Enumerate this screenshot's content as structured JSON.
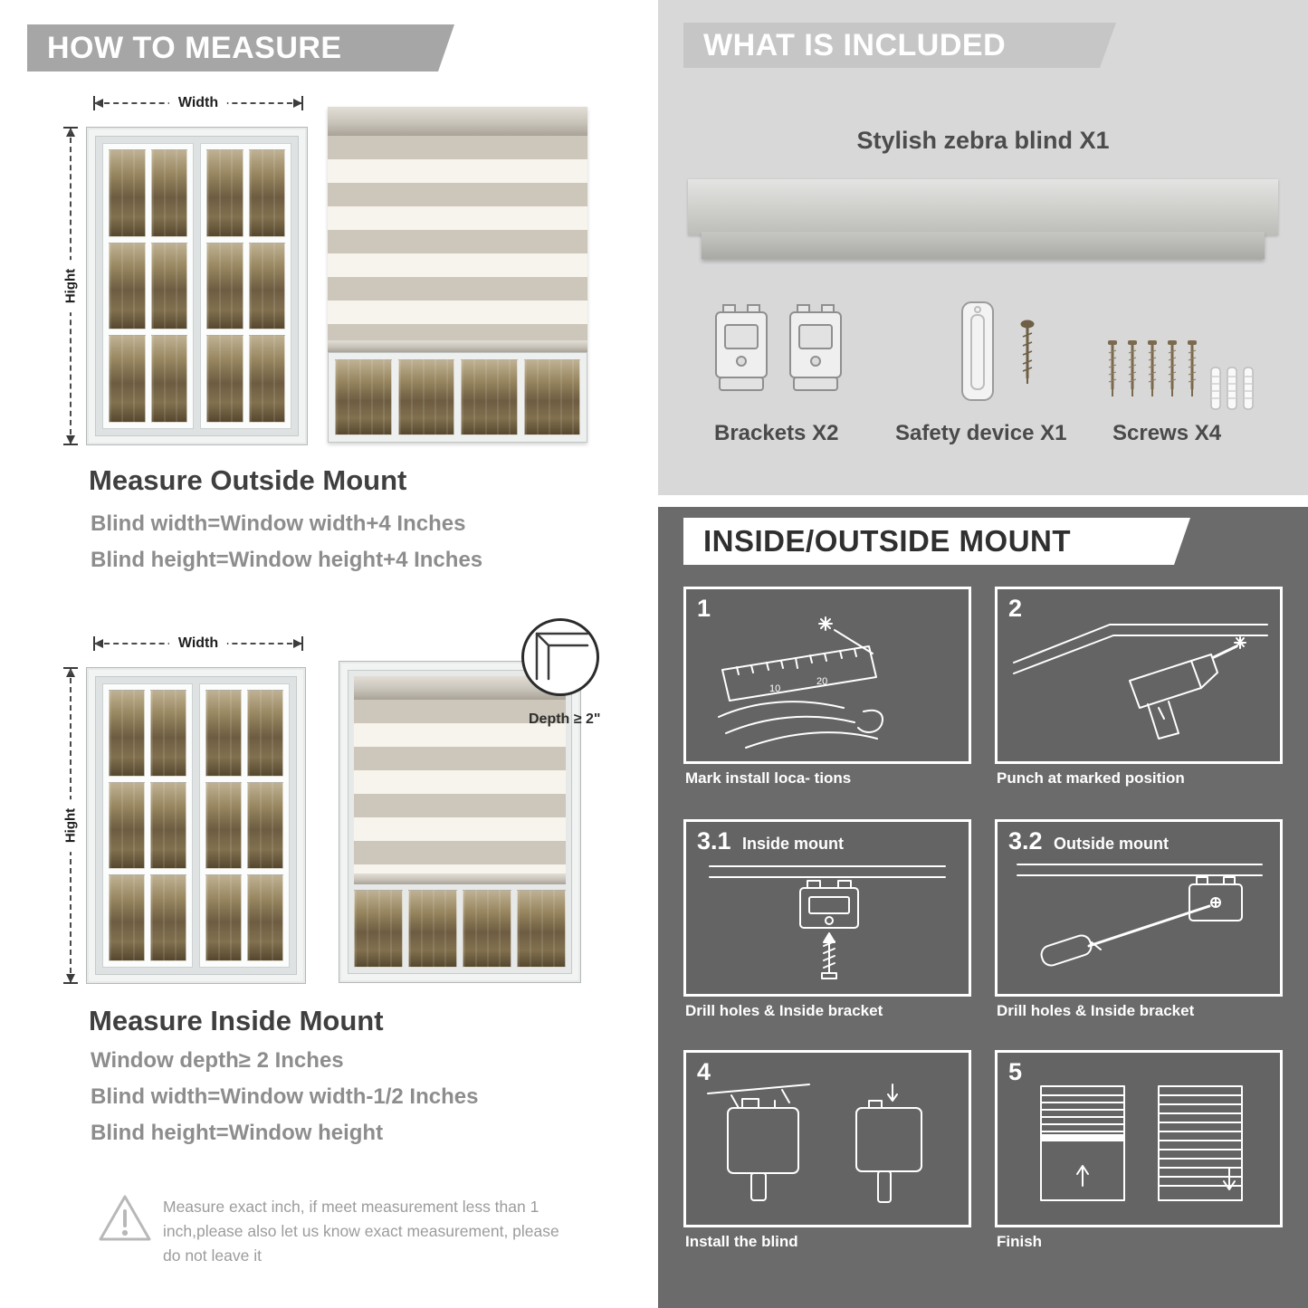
{
  "left": {
    "banner": "HOW TO MEASURE",
    "outside_mount": {
      "width_label": "Width",
      "height_label": "Hight",
      "title": "Measure Outside Mount",
      "lines": [
        "Blind width=Window width+4 Inches",
        "Blind height=Window height+4 Inches"
      ]
    },
    "inside_mount": {
      "width_label": "Width",
      "height_label": "Hight",
      "depth_callout": "Depth ≥ 2\"",
      "title": "Measure Inside Mount",
      "lines": [
        "Window depth≥ 2 Inches",
        "Blind width=Window width-1/2 Inches",
        "Blind height=Window height"
      ]
    },
    "warning_text": "Measure exact inch, if meet measurement less than 1 inch,please also let us know exact measurement, please do not leave it"
  },
  "right": {
    "included": {
      "banner": "WHAT IS INCLUDED",
      "product": "Stylish zebra blind X1",
      "items": [
        {
          "label": "Brackets X2",
          "icon": "brackets-icon"
        },
        {
          "label": "Safety device X1",
          "icon": "safety-device-icon"
        },
        {
          "label": "Screws X4",
          "icon": "screws-icon"
        }
      ]
    },
    "mount": {
      "banner": "INSIDE/OUTSIDE MOUNT",
      "steps": [
        {
          "num": "1",
          "caption": "Mark install loca- tions"
        },
        {
          "num": "2",
          "caption": "Punch at  marked position"
        },
        {
          "num": "3.1",
          "label": "Inside mount",
          "caption": "Drill holes &  Inside bracket"
        },
        {
          "num": "3.2",
          "label": "Outside mount",
          "caption": "Drill holes &  Inside bracket"
        },
        {
          "num": "4",
          "caption": "Install the blind"
        },
        {
          "num": "5",
          "caption": "Finish"
        }
      ]
    }
  },
  "colors": {
    "banner_gray": "#a6a6a6",
    "included_banner_gray": "#c6c6c6",
    "included_bg": "#d8d8d8",
    "mount_bg": "#6b6b6b",
    "text_dark": "#3f3f3f",
    "text_gray": "#8d8d8d"
  }
}
